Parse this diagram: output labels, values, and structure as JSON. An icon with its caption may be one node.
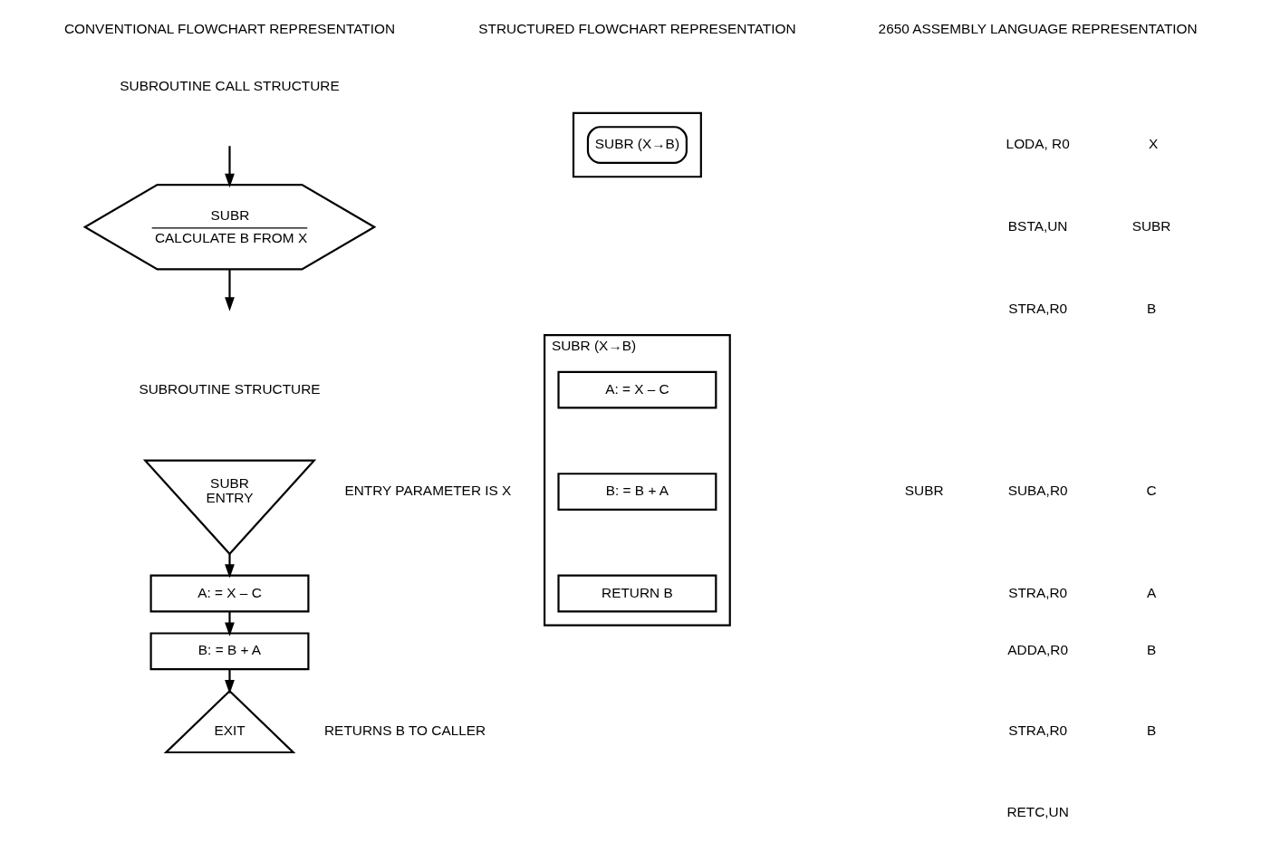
{
  "diagram": {
    "nodes": [
      {
        "text": [
          "SUBR",
          "CALCULATE B FROM X"
        ]
      },
      {
        "text": [],
        "shape": "box"
      },
      {
        "text": [
          "SUBR (X→B)"
        ],
        "in": 1
      },
      {
        "text": [
          "SUBR",
          "ENTRY"
        ],
        "beside": [
          "ENTRY PARAMETER IS X"
        ]
      },
      {
        "text": [
          "A: = X – C"
        ]
      },
      {
        "text": [
          "B: = B + A"
        ]
      },
      {
        "text": [
          "EXIT"
        ],
        "beside": [
          "RETURNS B TO CALLER"
        ]
      },
      {
        "text": [
          "SUBR (X→B)"
        ]
      },
      {
        "text": [
          "A: = X – C"
        ],
        "in": 7
      },
      {
        "text": [
          "B: = B + A"
        ],
        "in": 7
      },
      {
        "text": [
          "RETURN B"
        ],
        "in": 7
      }
    ],
    "edges": [
      {
        "from": null,
        "to": 0,
        "arrow": "to"
      },
      {
        "from": 0,
        "to": null,
        "arrow": "to"
      },
      {
        "from": 3,
        "to": 4,
        "arrow": "to"
      },
      {
        "from": 4,
        "to": 5,
        "arrow": "to"
      },
      {
        "from": 5,
        "to": 6,
        "arrow": "to"
      }
    ],
    "labels": [
      "CONVENTIONAL FLOWCHART REPRESENTATION",
      "STRUCTURED FLOWCHART REPRESENTATION",
      "2650 ASSEMBLY LANGUAGE REPRESENTATION",
      "SUBROUTINE CALL STRUCTURE",
      "LODA, R0",
      "X",
      "BSTA,UN",
      "SUBR",
      "STRA,R0",
      "B",
      "SUBROUTINE STRUCTURE",
      "SUBR",
      "SUBA,R0",
      "C",
      "STRA,R0",
      "A",
      "ADDA,R0",
      "B",
      "STRA,R0",
      "B",
      "RETC,UN"
    ]
  }
}
